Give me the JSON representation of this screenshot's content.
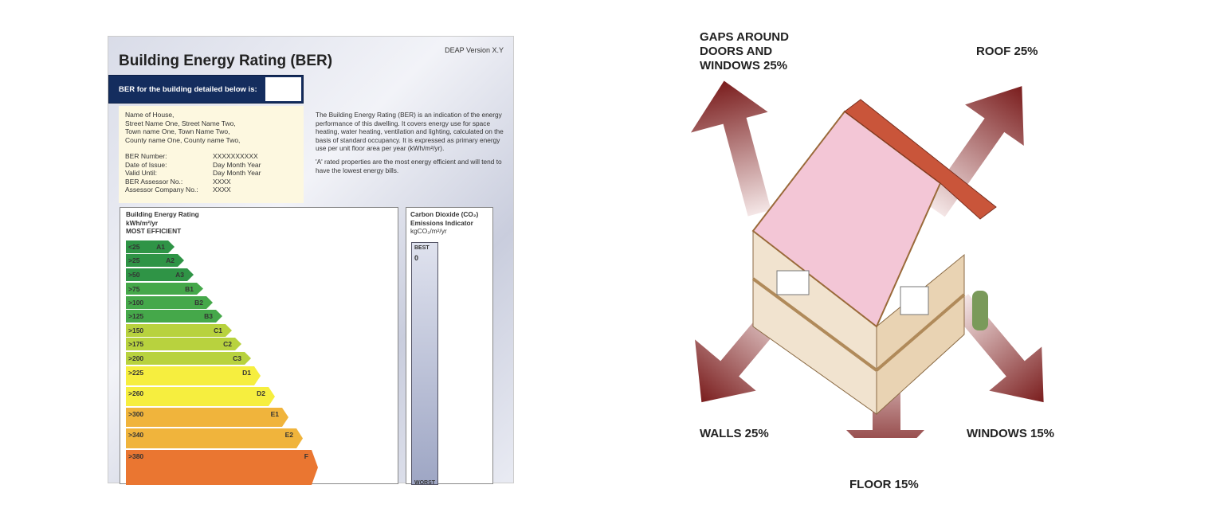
{
  "certificate": {
    "title": "Building Energy Rating (BER)",
    "version": "DEAP Version X.Y",
    "ber_bar_label": "BER for the building detailed below is:",
    "address": [
      "Name of House,",
      "Street Name One, Street Name Two,",
      "Town name One, Town Name Two,",
      "County name One, County name Two,"
    ],
    "details": [
      {
        "label": "BER Number:",
        "value": "XXXXXXXXXX"
      },
      {
        "label": "Date of Issue:",
        "value": "Day Month Year"
      },
      {
        "label": "Valid Until:",
        "value": "Day Month Year"
      },
      {
        "label": "BER Assessor No.:",
        "value": "XXXX"
      },
      {
        "label": "Assessor Company No.:",
        "value": "XXXX"
      }
    ],
    "description": [
      "The Building Energy Rating (BER) is an indication of the energy performance of this dwelling. It covers energy use for space heating, water heating, ventilation and lighting, calculated on the basis of standard occupancy. It is expressed as primary energy use per unit floor area per year (kWh/m²/yr).",
      "'A' rated properties are the most energy efficient and will tend to have the lowest energy bills."
    ],
    "scale": {
      "heading": "Building Energy Rating",
      "unit": "kWh/m²/yr",
      "top_label": "MOST EFFICIENT",
      "bands": [
        {
          "range": "<25",
          "label": "A1",
          "color": "#2f9446"
        },
        {
          "range": ">25",
          "label": "A2",
          "color": "#2f9446"
        },
        {
          "range": ">50",
          "label": "A3",
          "color": "#2f9446"
        },
        {
          "range": ">75",
          "label": "B1",
          "color": "#45a84a"
        },
        {
          "range": ">100",
          "label": "B2",
          "color": "#45a84a"
        },
        {
          "range": ">125",
          "label": "B3",
          "color": "#45a84a"
        },
        {
          "range": ">150",
          "label": "C1",
          "color": "#b8d23e"
        },
        {
          "range": ">175",
          "label": "C2",
          "color": "#b8d23e"
        },
        {
          "range": ">200",
          "label": "C3",
          "color": "#b8d23e"
        },
        {
          "range": ">225",
          "label": "D1",
          "color": "#f6ee3f"
        },
        {
          "range": ">260",
          "label": "D2",
          "color": "#f6ee3f"
        },
        {
          "range": ">300",
          "label": "E1",
          "color": "#f0b43c"
        },
        {
          "range": ">340",
          "label": "E2",
          "color": "#f0b43c"
        },
        {
          "range": ">380",
          "label": "F",
          "color": "#ea7631"
        }
      ]
    },
    "co2": {
      "heading1": "Carbon Dioxide (CO₂)",
      "heading2": "Emissions Indicator",
      "unit": "kgCO₂/m²/yr",
      "best": "BEST",
      "zero": "0",
      "worst": "WORST"
    }
  },
  "heat_loss": {
    "gaps": [
      "GAPS AROUND",
      "DOORS AND",
      "WINDOWS 25%"
    ],
    "roof": "ROOF 25%",
    "walls": "WALLS 25%",
    "windows": "WINDOWS 15%",
    "floor": "FLOOR 15%",
    "arrow_color": "#7a1d1d"
  }
}
